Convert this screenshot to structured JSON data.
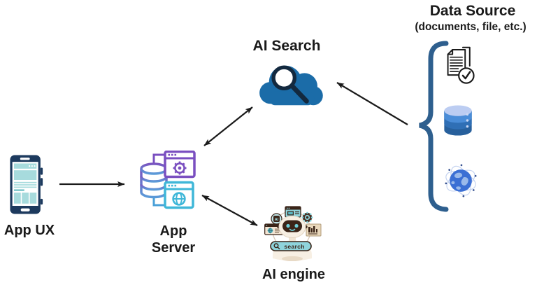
{
  "diagram": {
    "app_ux": {
      "label": "App UX",
      "icon": "smartphone-icon"
    },
    "app_server": {
      "label_line1": "App",
      "label_line2": "Server",
      "icon": "app-server-icon"
    },
    "ai_search": {
      "label": "AI Search",
      "icon": "cloud-search-icon"
    },
    "ai_engine": {
      "label": "AI engine",
      "icon": "robot-search-icon",
      "search_bar_text": "search",
      "badge_text": "AI"
    },
    "data_source": {
      "title": "Data Source",
      "subtitle": "(documents, file, etc.)",
      "icons": [
        "document-check-icon",
        "database-icon",
        "globe-network-icon"
      ]
    },
    "edges": [
      {
        "from": "app-ux",
        "to": "app-server",
        "arrows": "end"
      },
      {
        "from": "app-server",
        "to": "ai-search",
        "arrows": "both"
      },
      {
        "from": "app-server",
        "to": "ai-engine",
        "arrows": "both"
      },
      {
        "from": "data-source",
        "to": "ai-search",
        "arrows": "end"
      }
    ],
    "colors": {
      "text": "#1a1a1a",
      "arrow": "#1a1a1a",
      "cloud_blue": "#1b6ca8",
      "magnifier_navy": "#13293f",
      "brace_blue": "#2e5f8e",
      "phone_navy": "#1d3a5e",
      "phone_teal": "#a7dbdd",
      "server_purple": "#7a4fc0",
      "server_cyan": "#3fb7d8",
      "robot_cream": "#f7efe3",
      "robot_brown": "#3a2418",
      "robot_teal": "#8fd4dc",
      "db_top": "#bccdf2",
      "db_band_1": "#4a8dd8",
      "db_band_2": "#2f6fb5",
      "db_band_3": "#27609c",
      "globe_blue": "#3b6fd4"
    }
  }
}
